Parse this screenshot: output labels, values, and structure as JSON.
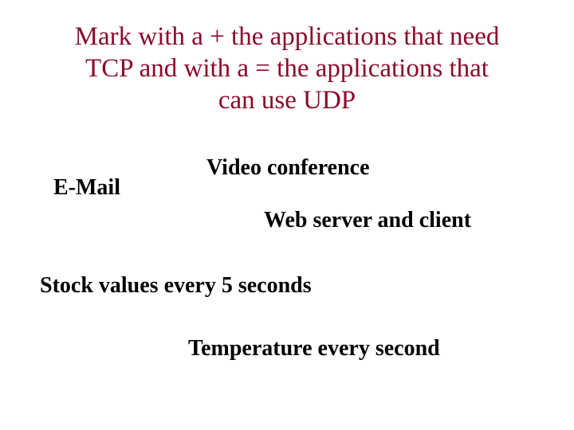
{
  "slide": {
    "title_lines": [
      "Mark with a + the applications that need",
      "TCP and with a = the applications that",
      "can use UDP"
    ],
    "title_color": "#8b0a2a",
    "items": [
      {
        "label": "E-Mail"
      },
      {
        "label": "Video conference"
      },
      {
        "label": "Web server and client"
      },
      {
        "label": "Stock values every 5 seconds"
      },
      {
        "label": "Temperature every second"
      }
    ]
  }
}
